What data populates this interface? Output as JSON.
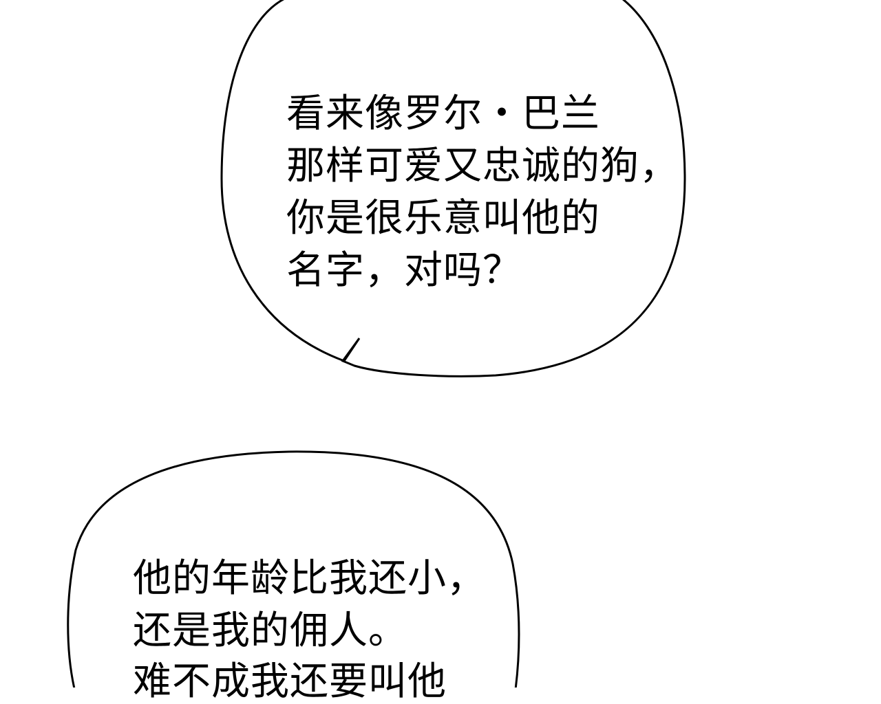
{
  "panel": {
    "bubble_top": {
      "lines": [
        "看来像罗尔・巴兰",
        "那样可爱又忠诚的狗，",
        "你是很乐意叫他的",
        "名字，对吗？"
      ]
    },
    "bubble_bottom": {
      "lines": [
        "他的年龄比我还小，",
        "还是我的佣人。",
        "难不成我还要叫他"
      ]
    }
  },
  "colors": {
    "background": "#ffffff",
    "ink": "#000000"
  }
}
